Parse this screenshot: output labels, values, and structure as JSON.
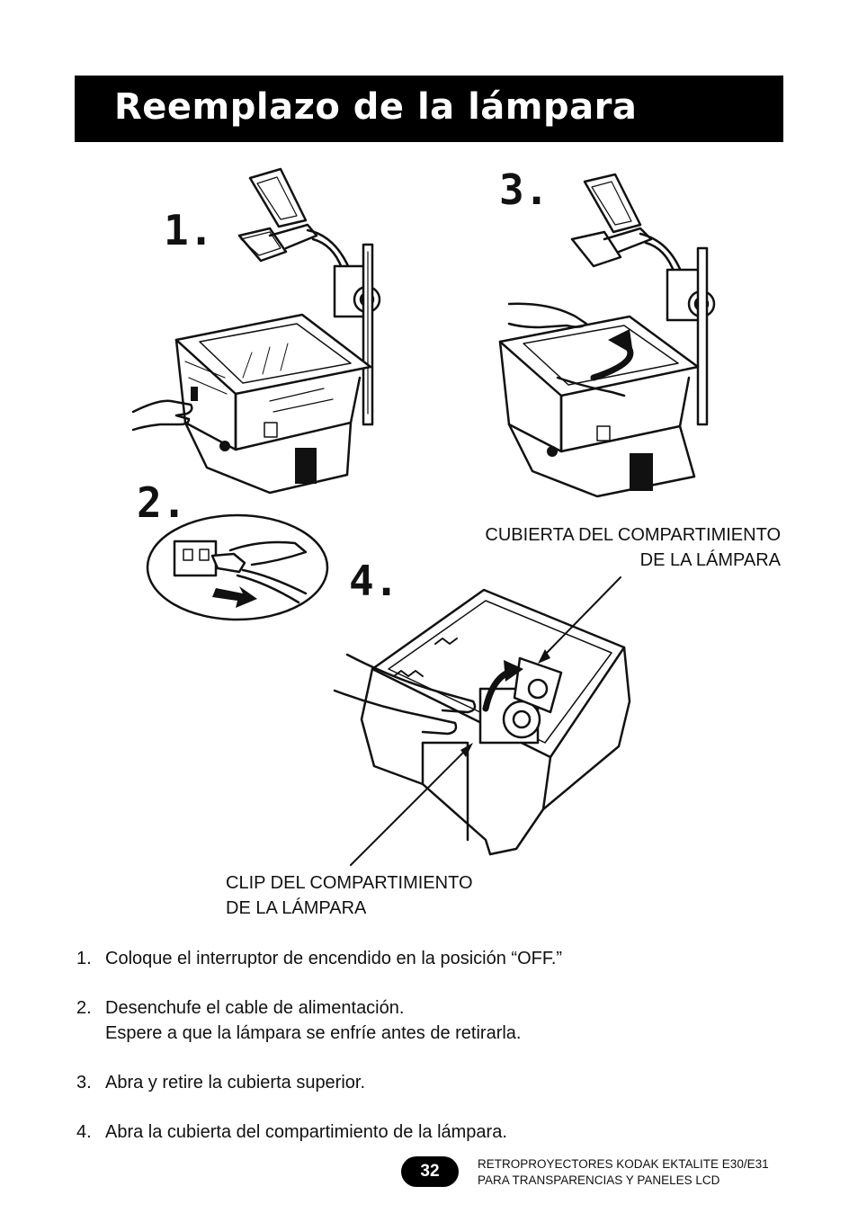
{
  "header": {
    "title": "Reemplazo de la lámpara"
  },
  "figure": {
    "step_markers": [
      "1.",
      "2.",
      "3.",
      "4."
    ],
    "callouts": {
      "cover": {
        "line1": "CUBIERTA DEL COMPARTIMIENTO",
        "line2": "DE LA LÁMPARA"
      },
      "clip": {
        "line1": "CLIP DEL COMPARTIMIENTO",
        "line2": "DE LA LÁMPARA"
      }
    }
  },
  "steps": [
    {
      "number": "1.",
      "line1": "Coloque el interruptor de encendido en la posición “OFF.”",
      "line2": ""
    },
    {
      "number": "2.",
      "line1": "Desenchufe el cable de alimentación.",
      "line2": "Espere a que la lámpara se enfríe antes de retirarla."
    },
    {
      "number": "3.",
      "line1": "Abra y retire la cubierta superior.",
      "line2": ""
    },
    {
      "number": "4.",
      "line1": "Abra la cubierta del compartimiento de la lámpara.",
      "line2": ""
    }
  ],
  "footer": {
    "page_number": "32",
    "line1": "RETROPROYECTORES KODAK EKTALITE E30/E31",
    "line2": "PARA TRANSPARENCIAS Y PANELES LCD"
  }
}
